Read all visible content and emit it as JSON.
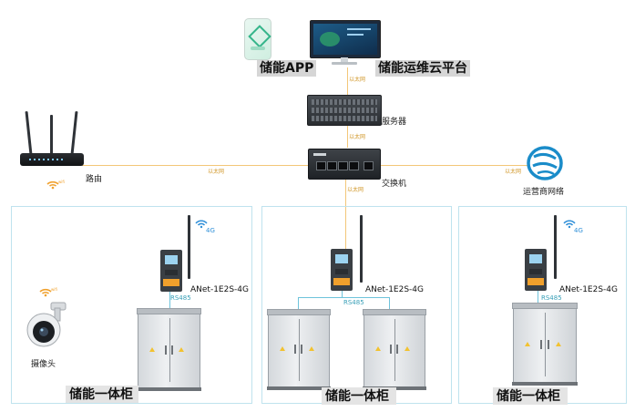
{
  "labels": {
    "app": "储能APP",
    "platform": "储能运维云平台",
    "server": "服务器",
    "router": "路由",
    "switch": "交换机",
    "carrier": "运营商网络",
    "camera": "摄像头",
    "cabinet": "储能一体柜",
    "device": "ANet-1E2S-4G",
    "rs485": "RS485",
    "net4g": "4G",
    "ethernet": "以太网",
    "wifi": "wifi"
  },
  "colors": {
    "ethernet_line": "#f3c778",
    "rs485_line": "#6ec3db",
    "panel_border": "#bfe3ee",
    "label_bg": "#d6d6d6"
  },
  "icons": [
    "phone-app-icon",
    "monitor-icon",
    "server-rack-icon",
    "router-icon",
    "switch-icon",
    "china-mobile-logo-icon",
    "wifi-icon",
    "camera-icon",
    "meter-device-icon",
    "antenna-icon",
    "cabinet-icon"
  ]
}
